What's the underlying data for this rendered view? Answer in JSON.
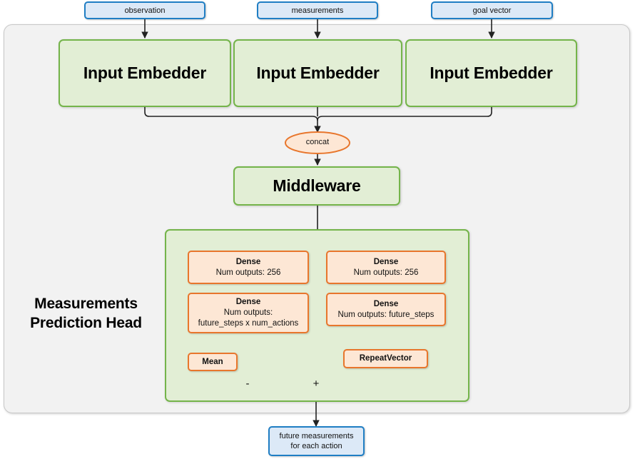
{
  "diagram": {
    "title": "Measurements Prediction Head",
    "colors": {
      "io_fill": "#dce9f7",
      "io_stroke": "#1f7ec4",
      "module_fill": "#e2eed5",
      "module_stroke": "#74b44a",
      "op_fill": "#fde7d5",
      "op_stroke": "#e8762c",
      "frame_fill": "#f2f2f2",
      "frame_stroke": "#c8c8c8",
      "edge": "#222222"
    }
  },
  "inputs": [
    {
      "label": "observation"
    },
    {
      "label": "measurements"
    },
    {
      "label": "goal vector"
    }
  ],
  "embedders": [
    {
      "label": "Input Embedder"
    },
    {
      "label": "Input Embedder"
    },
    {
      "label": "Input Embedder"
    }
  ],
  "concat": {
    "label": "concat"
  },
  "middleware": {
    "label": "Middleware"
  },
  "head": {
    "title_line1": "Measurements",
    "title_line2": "Prediction Head",
    "left_branch": {
      "dense1": {
        "title": "Dense",
        "detail": "Num outputs: 256"
      },
      "dense2": {
        "title": "Dense",
        "detail_line1": "Num outputs:",
        "detail_line2": "future_steps x num_actions"
      },
      "mean": {
        "label": "Mean"
      },
      "op": {
        "label": "-"
      }
    },
    "right_branch": {
      "dense1": {
        "title": "Dense",
        "detail": "Num outputs: 256"
      },
      "dense2": {
        "title": "Dense",
        "detail": "Num outputs: future_steps"
      },
      "repeat_vector": {
        "label": "RepeatVector"
      }
    },
    "merge_op": {
      "label": "+"
    }
  },
  "output": {
    "line1": "future measurements",
    "line2": "for each action"
  }
}
